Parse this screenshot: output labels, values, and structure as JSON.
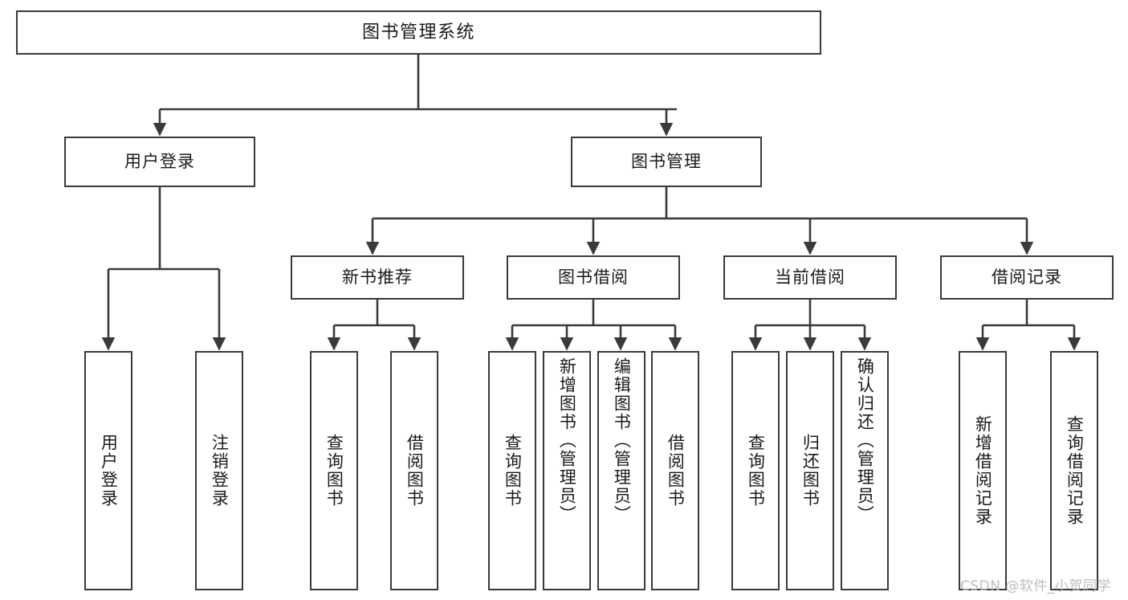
{
  "diagram": {
    "title": "图书管理系统",
    "type": "tree",
    "colors": {
      "box_border": "#3a3a3a",
      "box_fill": "#ffffff",
      "edge": "#3a3a3a",
      "text": "#1a1a1a",
      "watermark": "#bcbcbc",
      "background": "#ffffff"
    },
    "nodes": {
      "root": {
        "label": "图书管理系统",
        "orientation": "horizontal"
      },
      "level2": [
        {
          "id": "user-login",
          "label": "用户登录",
          "orientation": "horizontal"
        },
        {
          "id": "book-manage",
          "label": "图书管理",
          "orientation": "horizontal"
        }
      ],
      "level3": [
        {
          "id": "new-book-recommend",
          "label": "新书推荐",
          "orientation": "horizontal"
        },
        {
          "id": "book-borrow",
          "label": "图书借阅",
          "orientation": "horizontal"
        },
        {
          "id": "current-borrow",
          "label": "当前借阅",
          "orientation": "horizontal"
        },
        {
          "id": "borrow-record",
          "label": "借阅记录",
          "orientation": "horizontal"
        }
      ],
      "leaves": [
        {
          "id": "leaf-user-login",
          "label": "用户登录",
          "parent": "user-login",
          "orientation": "vertical"
        },
        {
          "id": "leaf-user-logout",
          "label": "注销登录",
          "parent": "user-login",
          "orientation": "vertical"
        },
        {
          "id": "leaf-query-book-1",
          "label": "查询图书",
          "parent": "new-book-recommend",
          "orientation": "vertical"
        },
        {
          "id": "leaf-borrow-book-1",
          "label": "借阅图书",
          "parent": "new-book-recommend",
          "orientation": "vertical"
        },
        {
          "id": "leaf-query-book-2",
          "label": "查询图书",
          "parent": "book-borrow",
          "orientation": "vertical"
        },
        {
          "id": "leaf-add-book",
          "label": "新增图书（管理员）",
          "parent": "book-borrow",
          "orientation": "vertical"
        },
        {
          "id": "leaf-edit-book",
          "label": "编辑图书（管理员）",
          "parent": "book-borrow",
          "orientation": "vertical"
        },
        {
          "id": "leaf-borrow-book-2",
          "label": "借阅图书",
          "parent": "book-borrow",
          "orientation": "vertical"
        },
        {
          "id": "leaf-query-book-3",
          "label": "查询图书",
          "parent": "current-borrow",
          "orientation": "vertical"
        },
        {
          "id": "leaf-return-book",
          "label": "归还图书",
          "parent": "current-borrow",
          "orientation": "vertical"
        },
        {
          "id": "leaf-confirm-return",
          "label": "确认归还（管理员）",
          "parent": "current-borrow",
          "orientation": "vertical"
        },
        {
          "id": "leaf-add-record",
          "label": "新增借阅记录",
          "parent": "borrow-record",
          "orientation": "vertical"
        },
        {
          "id": "leaf-query-record",
          "label": "查询借阅记录",
          "parent": "borrow-record",
          "orientation": "vertical"
        }
      ]
    },
    "watermark": "CSDN @软件_小贺同学"
  }
}
